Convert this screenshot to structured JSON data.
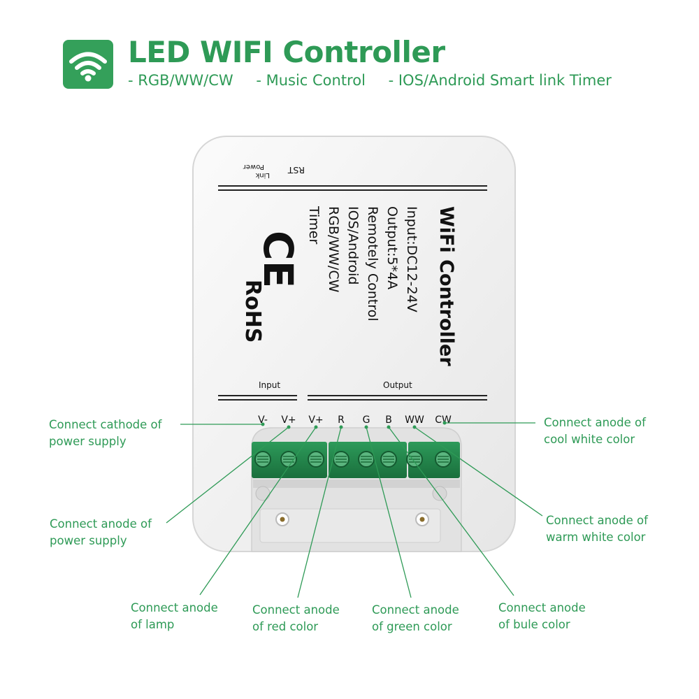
{
  "header": {
    "title": "LED WIFI Controller",
    "features": [
      "- RGB/WW/CW",
      "- Music Control",
      "- IOS/Android Smart link Timer"
    ],
    "icon": "wifi-icon",
    "accent_color": "#2e9a56"
  },
  "device": {
    "top_labels": {
      "power_link": "Power\nLink",
      "rst": "RST"
    },
    "title": "WiFi Controller",
    "specs": [
      "Input:DC12-24V",
      "Output:5*4A",
      "Remotely Control",
      "IOS/Android",
      "RGB/WW/CW",
      "Timer"
    ],
    "marks": {
      "ce": "CE",
      "rohs": "RoHS"
    },
    "section_input": "Input",
    "section_output": "Output",
    "terminals": [
      "V-",
      "V+",
      "V+",
      "R",
      "G",
      "B",
      "WW",
      "CW"
    ]
  },
  "callouts": {
    "v_minus": "Connect cathode of\npower supply",
    "v_plus_power": "Connect anode of\npower supply",
    "v_plus_lamp": "Connect anode\nof lamp",
    "red": "Connect anode\nof red color",
    "green": "Connect anode\nof green color",
    "blue": "Connect anode\nof bule color",
    "ww": "Connect anode of\nwarm white color",
    "cw": "Connect anode of\ncool white color"
  }
}
